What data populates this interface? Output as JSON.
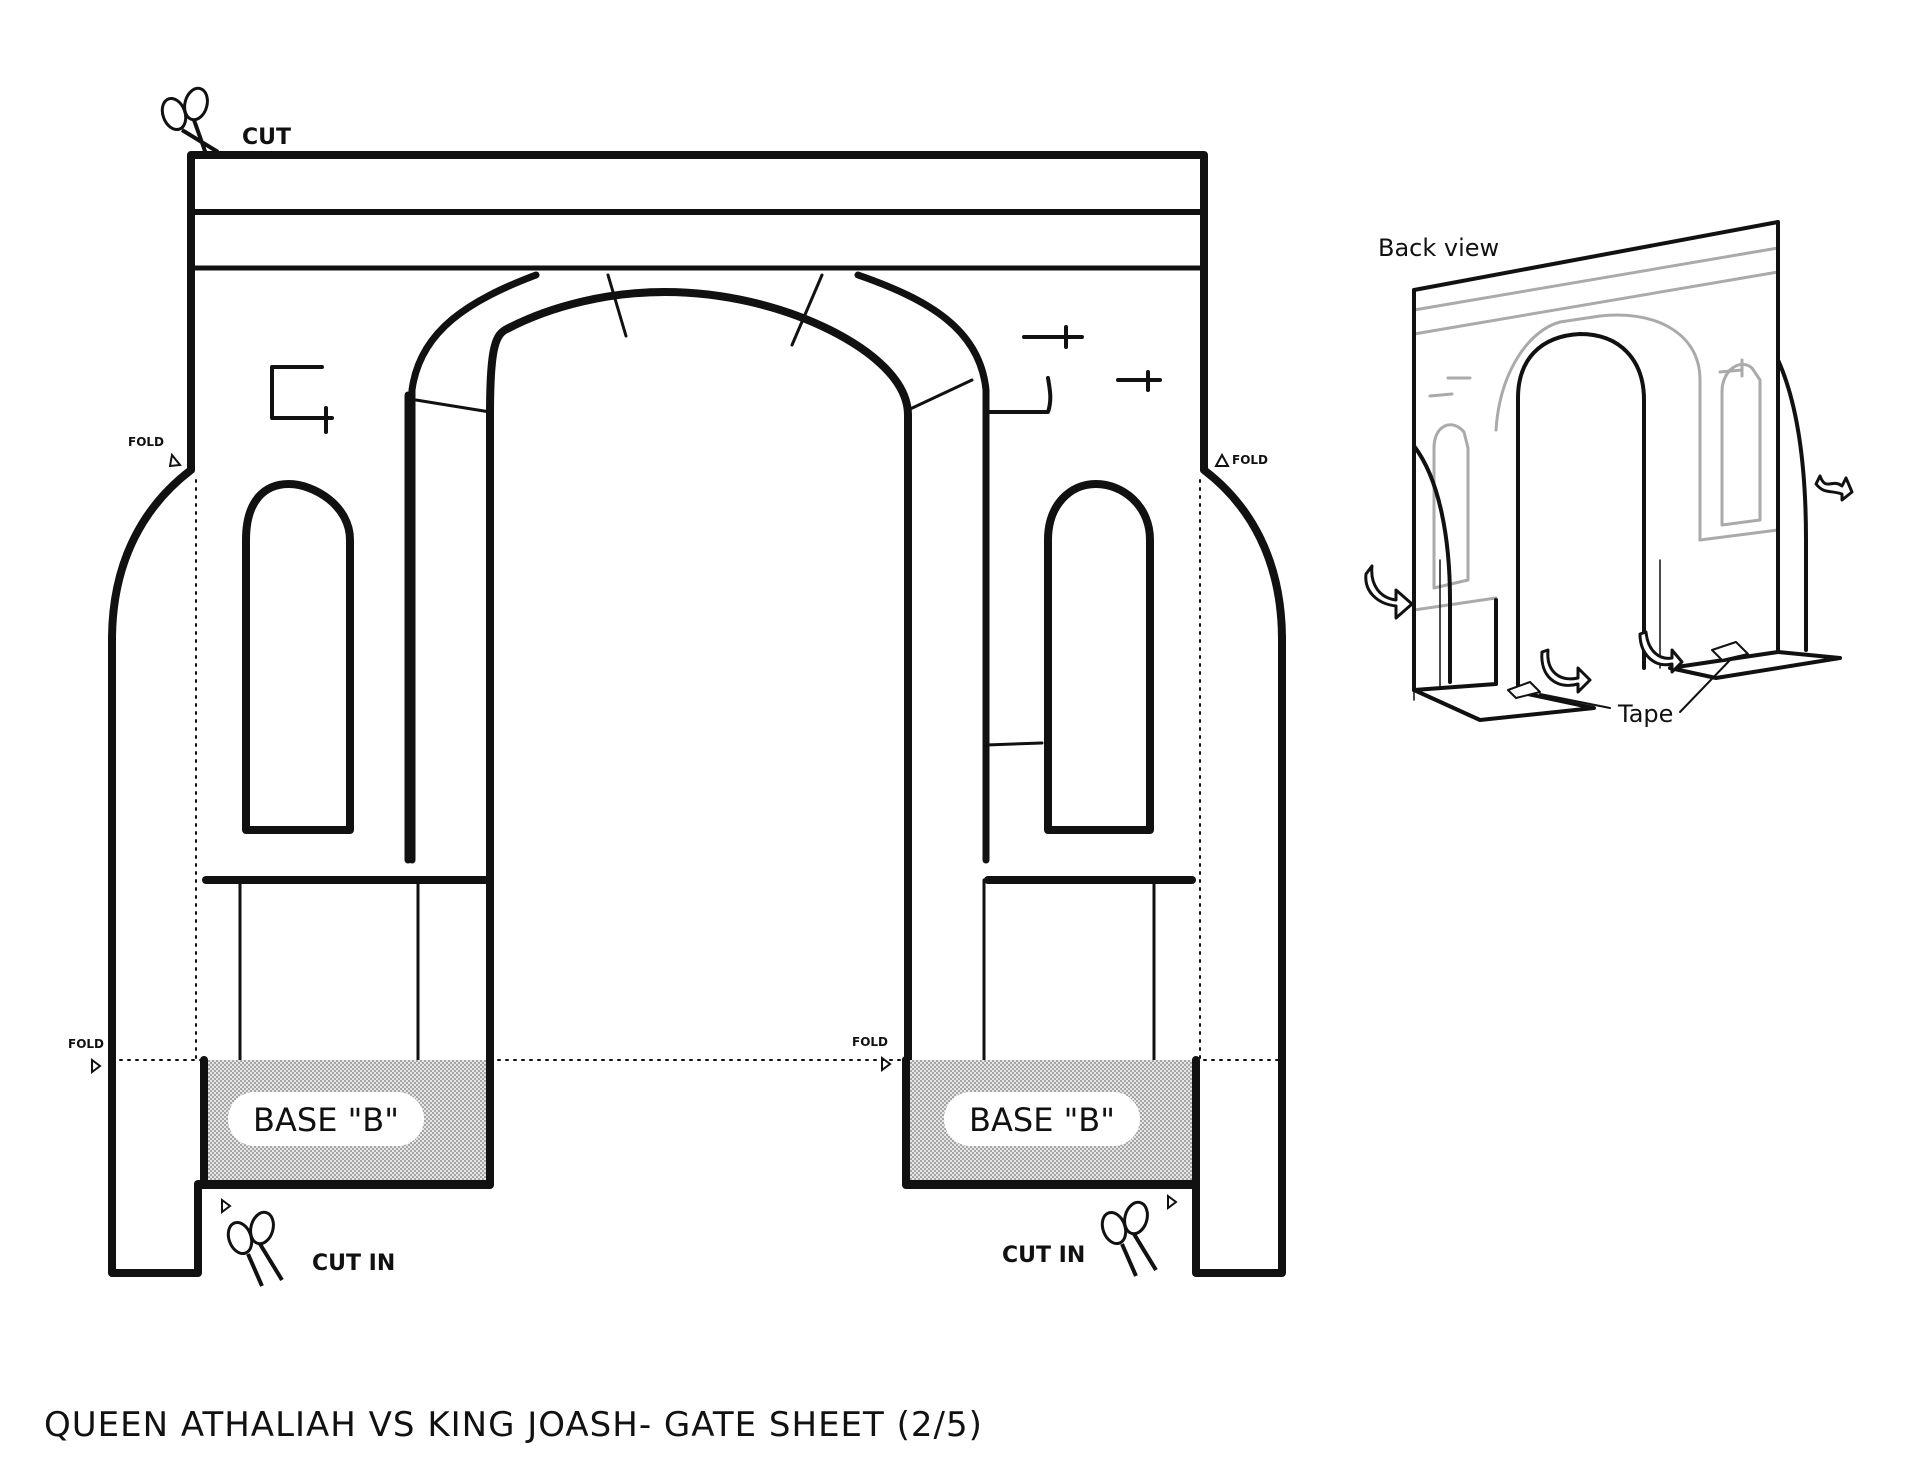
{
  "labels": {
    "cut": "CUT",
    "cut_in_left": "CUT IN",
    "cut_in_right": "CUT IN",
    "fold": "FOLD",
    "base_left": "BASE \"B\"",
    "base_right": "BASE \"B\"",
    "back_view": "Back view",
    "tape": "Tape"
  },
  "sheet_title": "QUEEN ATHALIAH VS KING JOASH- GATE SHEET (2/5)"
}
